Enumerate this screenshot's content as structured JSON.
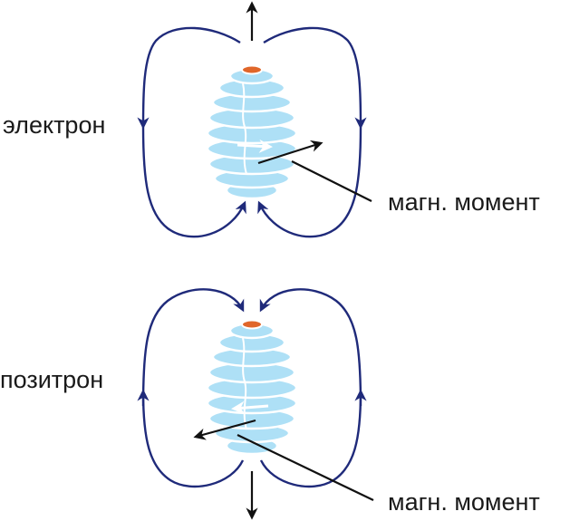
{
  "particles": [
    {
      "id": "electron",
      "label": "электрон",
      "moment_label": "магн. момент"
    },
    {
      "id": "positron",
      "label": "позитрон",
      "moment_label": "магн. момент"
    }
  ],
  "colors": {
    "field_lines": "#1f2a7a",
    "coil_fill": "#aee0f6",
    "core": "#e0662a",
    "pointer": "#111111",
    "spin_arrow": "#ffffff"
  },
  "icons": [
    "field-arrowhead-icon",
    "spin-arrow-icon",
    "magnetic-moment-arrow-icon"
  ]
}
